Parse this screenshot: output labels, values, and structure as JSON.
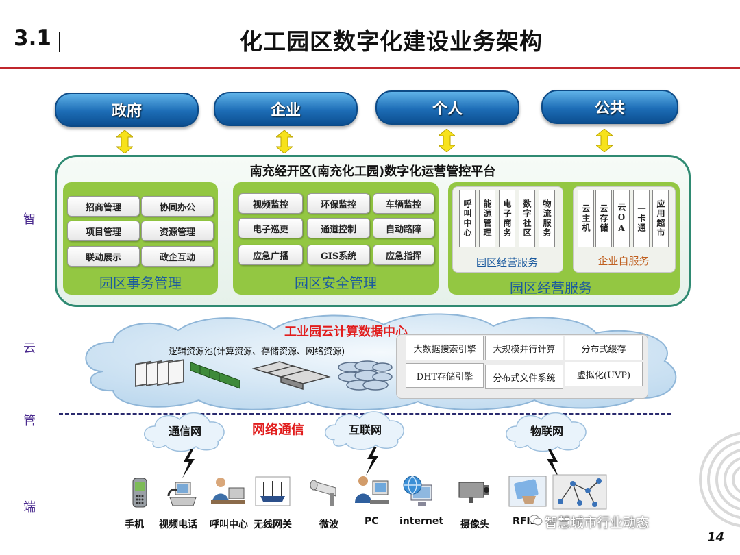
{
  "header": {
    "section": "3.1",
    "title": "化工园区数字化建设业务架构"
  },
  "stakeholders": [
    "政府",
    "企业",
    "个人",
    "公共"
  ],
  "platform": {
    "title": "南充经开区(南充化工园)数字化运营管控平台"
  },
  "affairs": {
    "title": "园区事务管理",
    "items": [
      "招商管理",
      "协同办公",
      "项目管理",
      "资源管理",
      "联动展示",
      "政企互动"
    ]
  },
  "safety": {
    "title": "园区安全管理",
    "items": [
      "视频监控",
      "环保监控",
      "车辆监控",
      "电子巡更",
      "通道控制",
      "自动路障",
      "应急广播",
      "GIS系统",
      "应急指挥"
    ]
  },
  "operations": {
    "title": "园区经营服务",
    "park_service": {
      "caption": "园区经营服务",
      "items": [
        "呼叫中心",
        "能源管理",
        "电子商务",
        "数字社区",
        "物流服务"
      ]
    },
    "self_service": {
      "caption": "企业自服务",
      "items": [
        "云主机",
        "云存储",
        "云OA",
        "一卡通",
        "应用超市"
      ]
    }
  },
  "side_labels": [
    "智",
    "云",
    "管",
    "端"
  ],
  "cloud": {
    "title": "工业园云计算数据中心",
    "pool_label": "逻辑资源池(计算资源、存储资源、网络资源)",
    "panel": [
      "大数据搜索引擎",
      "大规模并行计算",
      "分布式缓存",
      "DHT存储引擎",
      "分布式文件系统",
      "虚拟化(UVP)"
    ]
  },
  "network": {
    "title": "网络通信",
    "clouds": [
      "通信网",
      "互联网",
      "物联网"
    ]
  },
  "devices": [
    "手机",
    "视频电话",
    "呼叫中心",
    "无线网关",
    "微波",
    "PC",
    "internet",
    "摄像头",
    "RFID"
  ],
  "watermark": "智慧城市行业动态",
  "page_number": "14",
  "colors": {
    "accent_red": "#c0262c",
    "pill_blue": "#1d6db6",
    "green_box": "#93c742",
    "platform_border": "#2f8a72",
    "title_blue": "#1b5a9e",
    "cloud_title_red": "#e11d1d"
  }
}
